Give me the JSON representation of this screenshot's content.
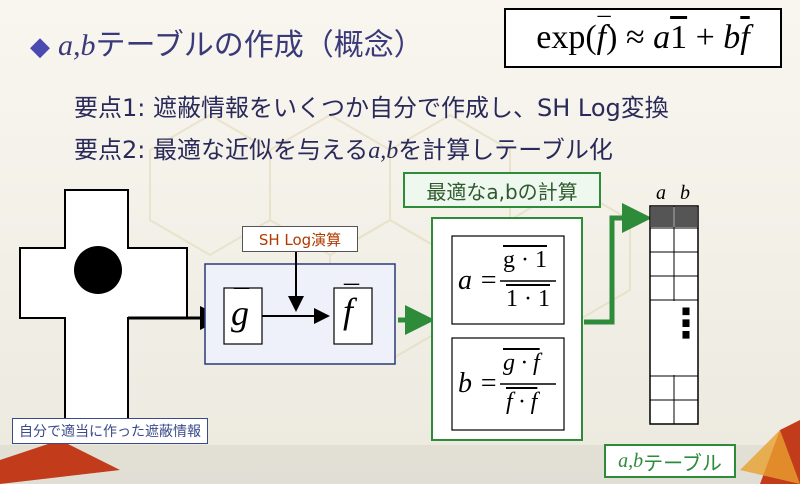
{
  "title": {
    "prefix": "a,b",
    "rest": "テーブルの作成（概念）"
  },
  "formula": {
    "lhs": "exp(f̄)",
    "approx": "≈",
    "rhs": "a1̄ + bf̄"
  },
  "bullets": [
    "要点1: 遮蔽情報をいくつか自分で作成し、SH Log変換",
    {
      "pre": "要点2: 最適な近似を与える",
      "ab": "a,b",
      "post": "を計算しテーブル化"
    }
  ],
  "labels": {
    "occluder": "自分で適当に作った遮蔽情報",
    "sh_log": "SH Log演算",
    "optimal": "最適なa,bの計算",
    "table_prefix": "a,b",
    "table_suffix": "テーブル"
  },
  "symbols": {
    "g": "g",
    "f": "f"
  },
  "eq_a": {
    "lhs": "a",
    "num": "g · 1",
    "den": "1 · 1"
  },
  "eq_b": {
    "lhs": "b",
    "num": "g · f",
    "den": "f · f"
  },
  "table": {
    "col_headers": [
      "a",
      "b"
    ],
    "ellipsis": "⋮",
    "rows": 9
  },
  "colors": {
    "accent_green": "#2e8b3a",
    "title_blue": "#3a3a7a",
    "label_orange": "#b03a00"
  }
}
